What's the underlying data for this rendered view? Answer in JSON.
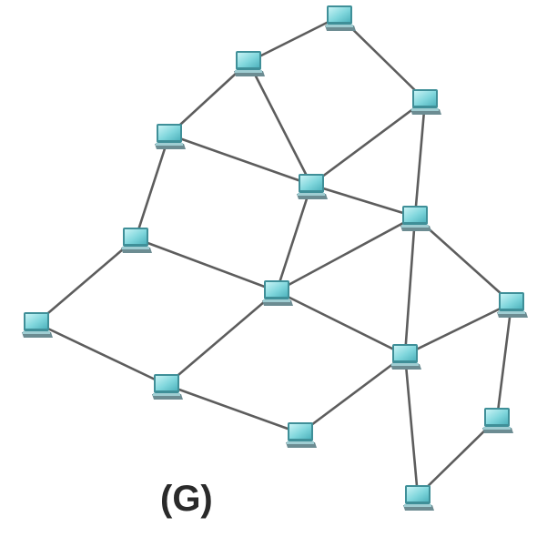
{
  "figure": {
    "label": "(G)"
  },
  "network": {
    "node_icon": "computer-monitor-icon",
    "node_color": "#7fd6dc",
    "edge_color": "#5d5d5d",
    "nodes": [
      {
        "id": "n1"
      },
      {
        "id": "n2"
      },
      {
        "id": "n3"
      },
      {
        "id": "n4"
      },
      {
        "id": "n5"
      },
      {
        "id": "n6"
      },
      {
        "id": "n7"
      },
      {
        "id": "n8"
      },
      {
        "id": "n9"
      },
      {
        "id": "n10"
      },
      {
        "id": "n11"
      },
      {
        "id": "n12"
      },
      {
        "id": "n13"
      },
      {
        "id": "n14"
      },
      {
        "id": "n15"
      },
      {
        "id": "n16"
      }
    ],
    "edges": [
      [
        "n1",
        "n2"
      ],
      [
        "n1",
        "n3"
      ],
      [
        "n2",
        "n4"
      ],
      [
        "n2",
        "n6"
      ],
      [
        "n3",
        "n6"
      ],
      [
        "n3",
        "n7"
      ],
      [
        "n4",
        "n6"
      ],
      [
        "n4",
        "n8"
      ],
      [
        "n6",
        "n7"
      ],
      [
        "n6",
        "n9"
      ],
      [
        "n5",
        "n8"
      ],
      [
        "n5",
        "n10"
      ],
      [
        "n7",
        "n9"
      ],
      [
        "n7",
        "n11"
      ],
      [
        "n7",
        "n12"
      ],
      [
        "n8",
        "n9"
      ],
      [
        "n9",
        "n10"
      ],
      [
        "n9",
        "n12"
      ],
      [
        "n10",
        "n13"
      ],
      [
        "n11",
        "n12"
      ],
      [
        "n11",
        "n14"
      ],
      [
        "n12",
        "n13"
      ],
      [
        "n12",
        "n15"
      ],
      [
        "n14",
        "n15"
      ]
    ]
  }
}
